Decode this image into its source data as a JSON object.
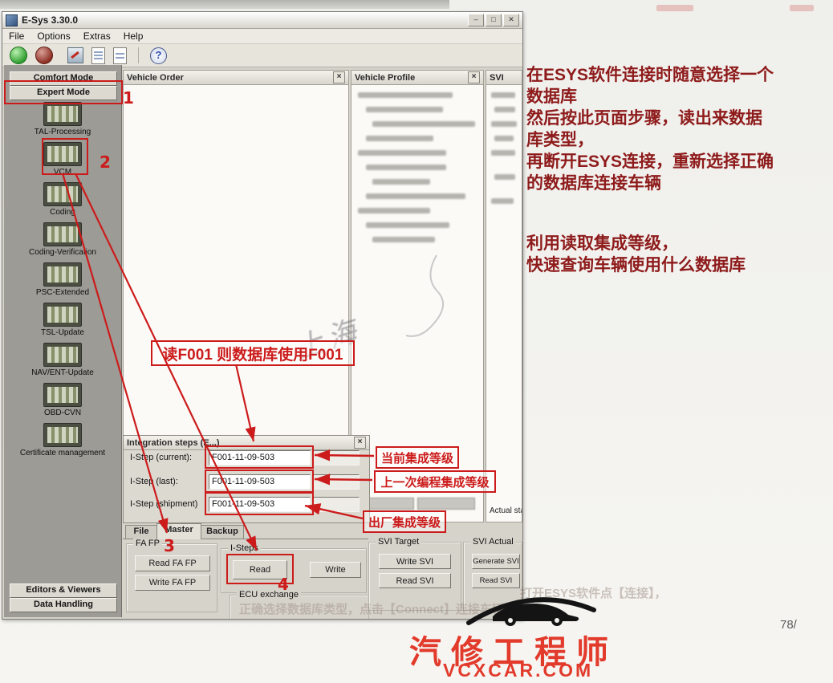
{
  "page": {
    "number": "78/"
  },
  "window": {
    "title": "E-Sys 3.30.0",
    "menu": [
      "File",
      "Options",
      "Extras",
      "Help"
    ],
    "controls": {
      "minimize": "–",
      "maximize": "□",
      "close": "✕"
    },
    "toolbar": {
      "help_glyph": "?"
    }
  },
  "sidebar": {
    "mode_buttons": [
      {
        "label": "Comfort Mode"
      },
      {
        "label": "Expert Mode"
      }
    ],
    "tools": [
      {
        "label": "TAL-Processing"
      },
      {
        "label": "VCM"
      },
      {
        "label": "Coding"
      },
      {
        "label": "Coding-Verification"
      },
      {
        "label": "PSC-Extended"
      },
      {
        "label": "TSL-Update"
      },
      {
        "label": "NAV/ENT-Update"
      },
      {
        "label": "OBD-CVN"
      },
      {
        "label": "Certificate management"
      }
    ],
    "bottom_buttons": [
      {
        "label": "Editors & Viewers"
      },
      {
        "label": "Data Handling"
      }
    ]
  },
  "panels": {
    "vehicle_order": {
      "title": "Vehicle Order",
      "close": "×"
    },
    "vehicle_profile": {
      "title": "Vehicle Profile",
      "close": "×"
    },
    "svi": {
      "title": "SVI",
      "actual_state": "Actual state"
    }
  },
  "integration_steps": {
    "title": "Integration steps (E...)",
    "close": "×",
    "fields": [
      {
        "label": "I-Step (current):",
        "value": "F001-11-09-503"
      },
      {
        "label": "I-Step (last):",
        "value": "F001-11-09-503"
      },
      {
        "label": "I-Step (shipment)",
        "value": "F001-11-09-503"
      }
    ]
  },
  "tabs": [
    {
      "label": "File"
    },
    {
      "label": "Master",
      "selected": true
    },
    {
      "label": "Backup"
    }
  ],
  "groups": {
    "fa_fp": {
      "title": "FA FP",
      "read": "Read FA FP",
      "write": "Write FA FP"
    },
    "i_steps": {
      "title": "I-Steps",
      "read": "Read",
      "write": "Write"
    },
    "ecu_exchange": {
      "title": "ECU exchange"
    },
    "svi_target": {
      "title": "SVI Target",
      "write": "Write SVI",
      "read": "Read SVI"
    },
    "svi_actual": {
      "title": "SVI Actual",
      "generate": "Generate SVI",
      "read": "Read SVI"
    }
  },
  "annotations": {
    "accent_red": "#cc1b1b",
    "note_color": "#8e1b1b",
    "steps": {
      "one": "1",
      "two": "2",
      "three": "3",
      "four": "4"
    },
    "callout": "读F001 则数据库使用F001",
    "labels": {
      "current": "当前集成等级",
      "last": "上一次编程集成等级",
      "shipment": "出厂集成等级"
    },
    "notes_block1": [
      "在ESYS软件连接时随意选择一个",
      "数据库",
      "然后按此页面步骤，读出来数据",
      "库类型，",
      "再断开ESYS连接，重新选择正确",
      "的数据库连接车辆"
    ],
    "notes_block2": [
      "利用读取集成等级，",
      "快速查询车辆使用什么数据库"
    ]
  },
  "watermark": {
    "brand": "汽修工程师",
    "site": "VCXCAR.COM",
    "stamp": "上海"
  },
  "bleed": {
    "line1": "打开ESYS软件点【连接】，",
    "line2": "正确选择数据库类型，点击【Connect】连接车辆"
  }
}
